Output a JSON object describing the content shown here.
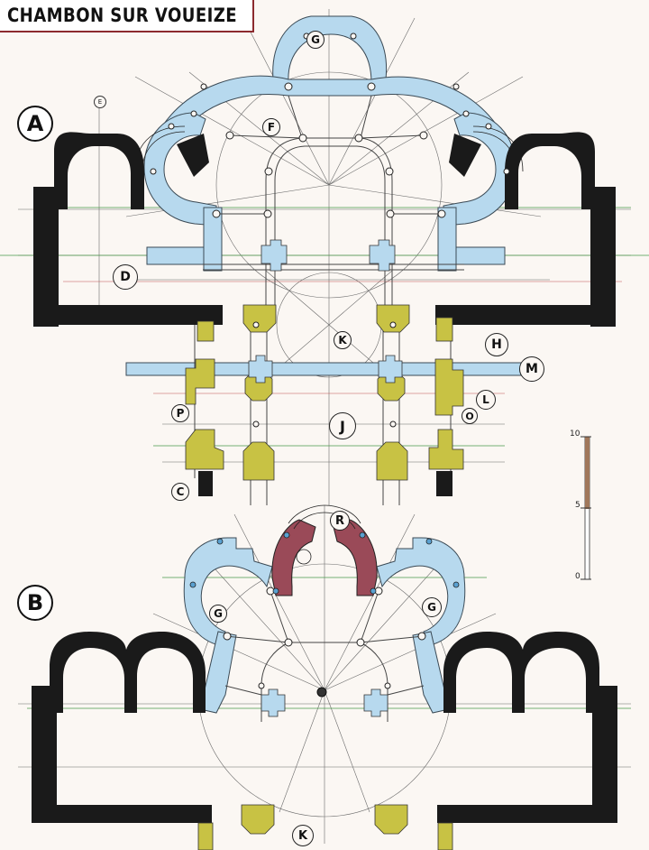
{
  "title": "CHAMBON SUR VOUEIZE",
  "plans": [
    {
      "label": "A"
    },
    {
      "label": "B"
    }
  ],
  "callouts": {
    "E": "E",
    "F": "F",
    "G": "G",
    "D": "D",
    "K": "K",
    "H": "H",
    "M": "M",
    "L": "L",
    "P": "P",
    "J": "J",
    "O": "O",
    "C": "C",
    "R": "R"
  },
  "scale": {
    "ticks": [
      "10",
      "5",
      "0"
    ]
  },
  "colors": {
    "wall": "#1a1a1a",
    "chapel_fill": "#b7d9ee",
    "pier_fill": "#c8c244",
    "axial_fill": "#9a4a58",
    "paper": "#fbf7f3",
    "title_border": "#8c2a2e"
  }
}
